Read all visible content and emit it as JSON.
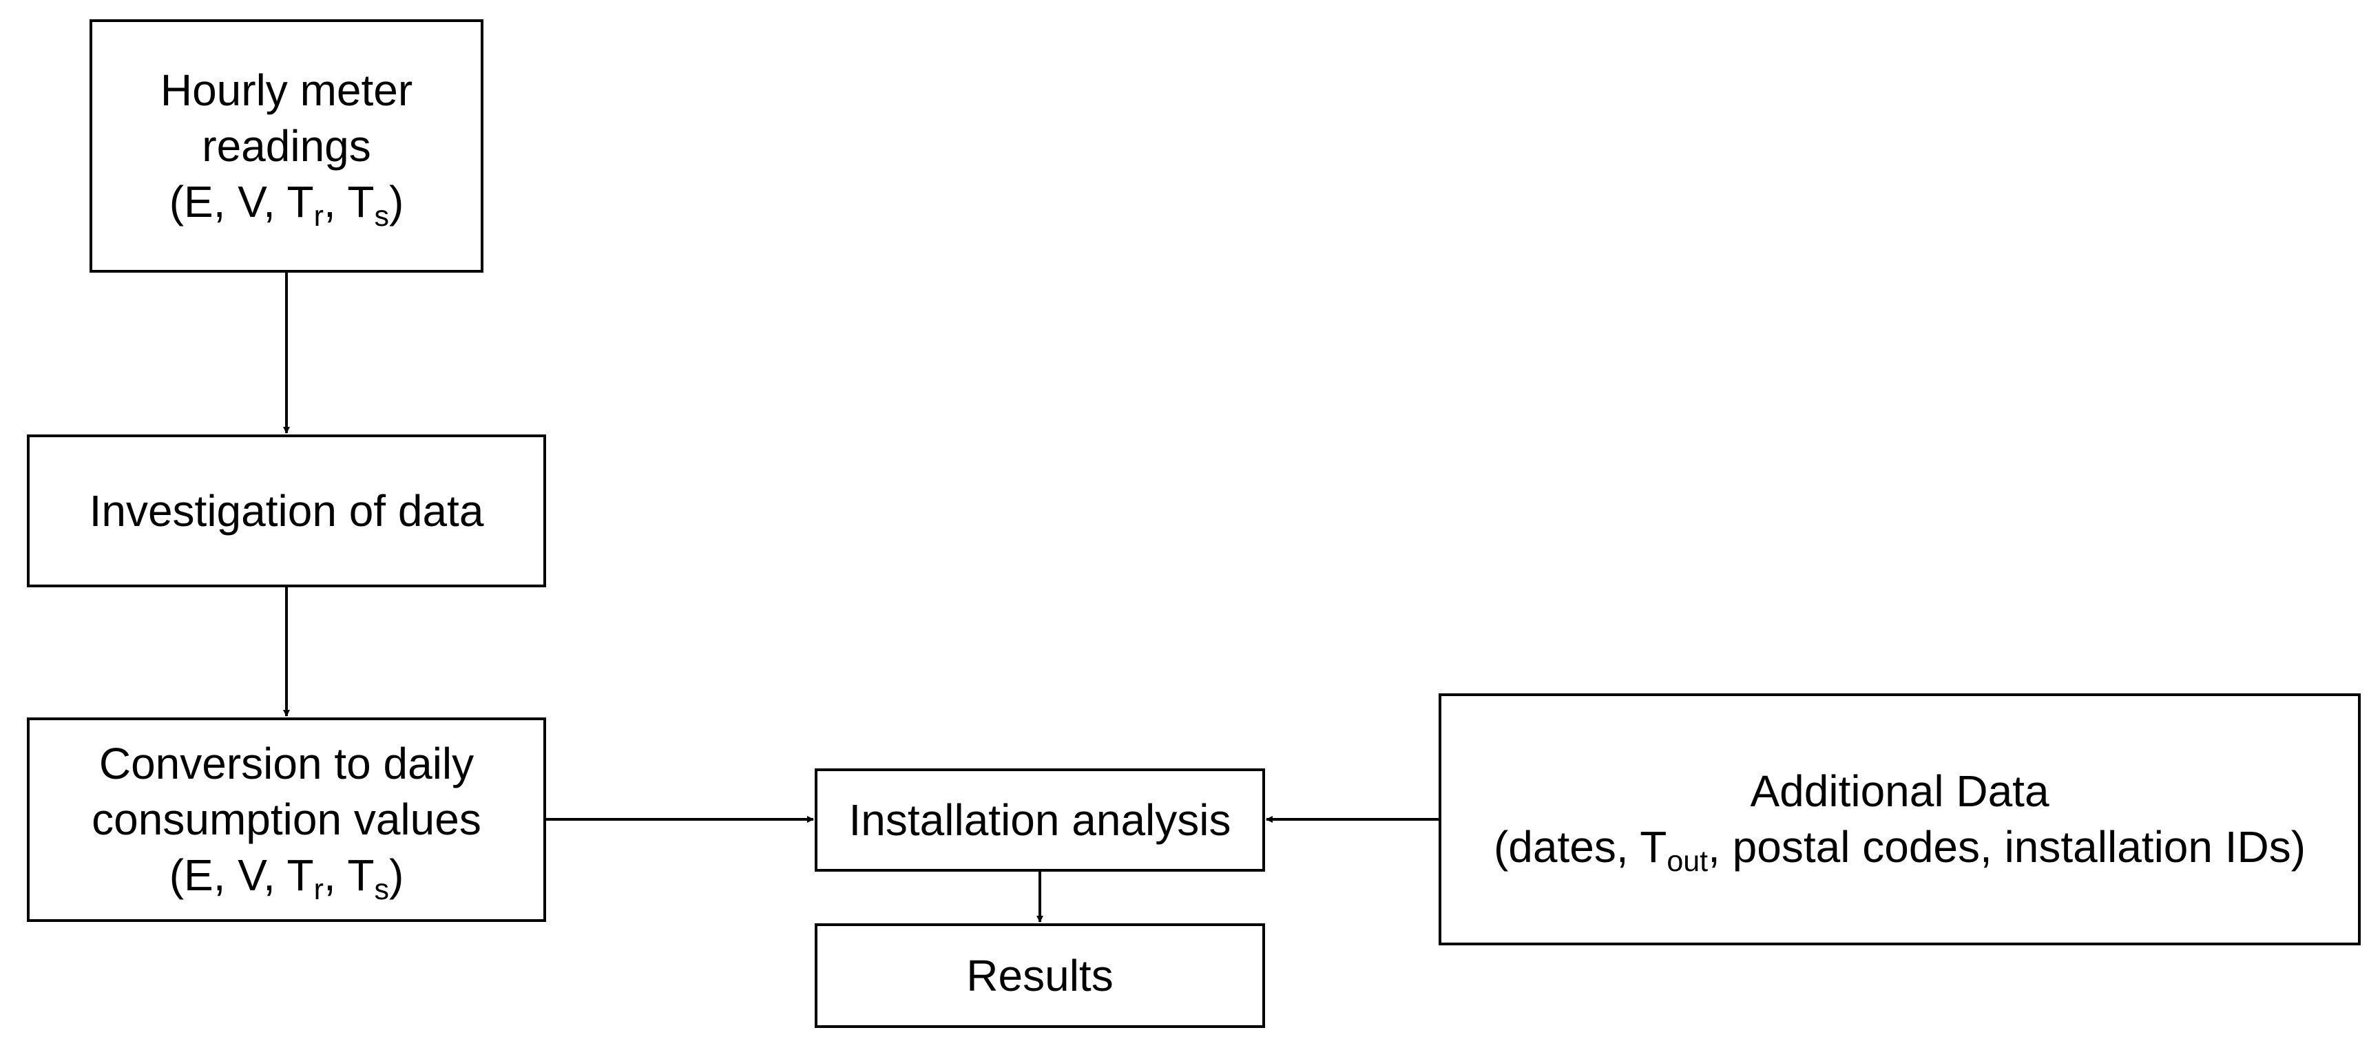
{
  "diagram": {
    "hourly_readings": {
      "line1": "Hourly meter",
      "line2": "readings",
      "vars": {
        "open": "(E, V, T",
        "r": "r",
        "mid": ", T",
        "s": "s",
        "close": ")"
      }
    },
    "investigation": {
      "label": "Investigation of data"
    },
    "conversion": {
      "line1": "Conversion to daily",
      "line2": "consumption values",
      "vars": {
        "open": "(E, V, T",
        "r": "r",
        "mid": ", T",
        "s": "s",
        "close": ")"
      }
    },
    "installation_analysis": {
      "label": "Installation analysis"
    },
    "results": {
      "label": "Results"
    },
    "additional_data": {
      "line1": "Additional Data",
      "line2_open": "(dates, T",
      "line2_sub": "out",
      "line2_rest": ", postal codes, installation IDs)"
    },
    "colors": {
      "stroke": "#000000",
      "background": "#ffffff"
    }
  }
}
